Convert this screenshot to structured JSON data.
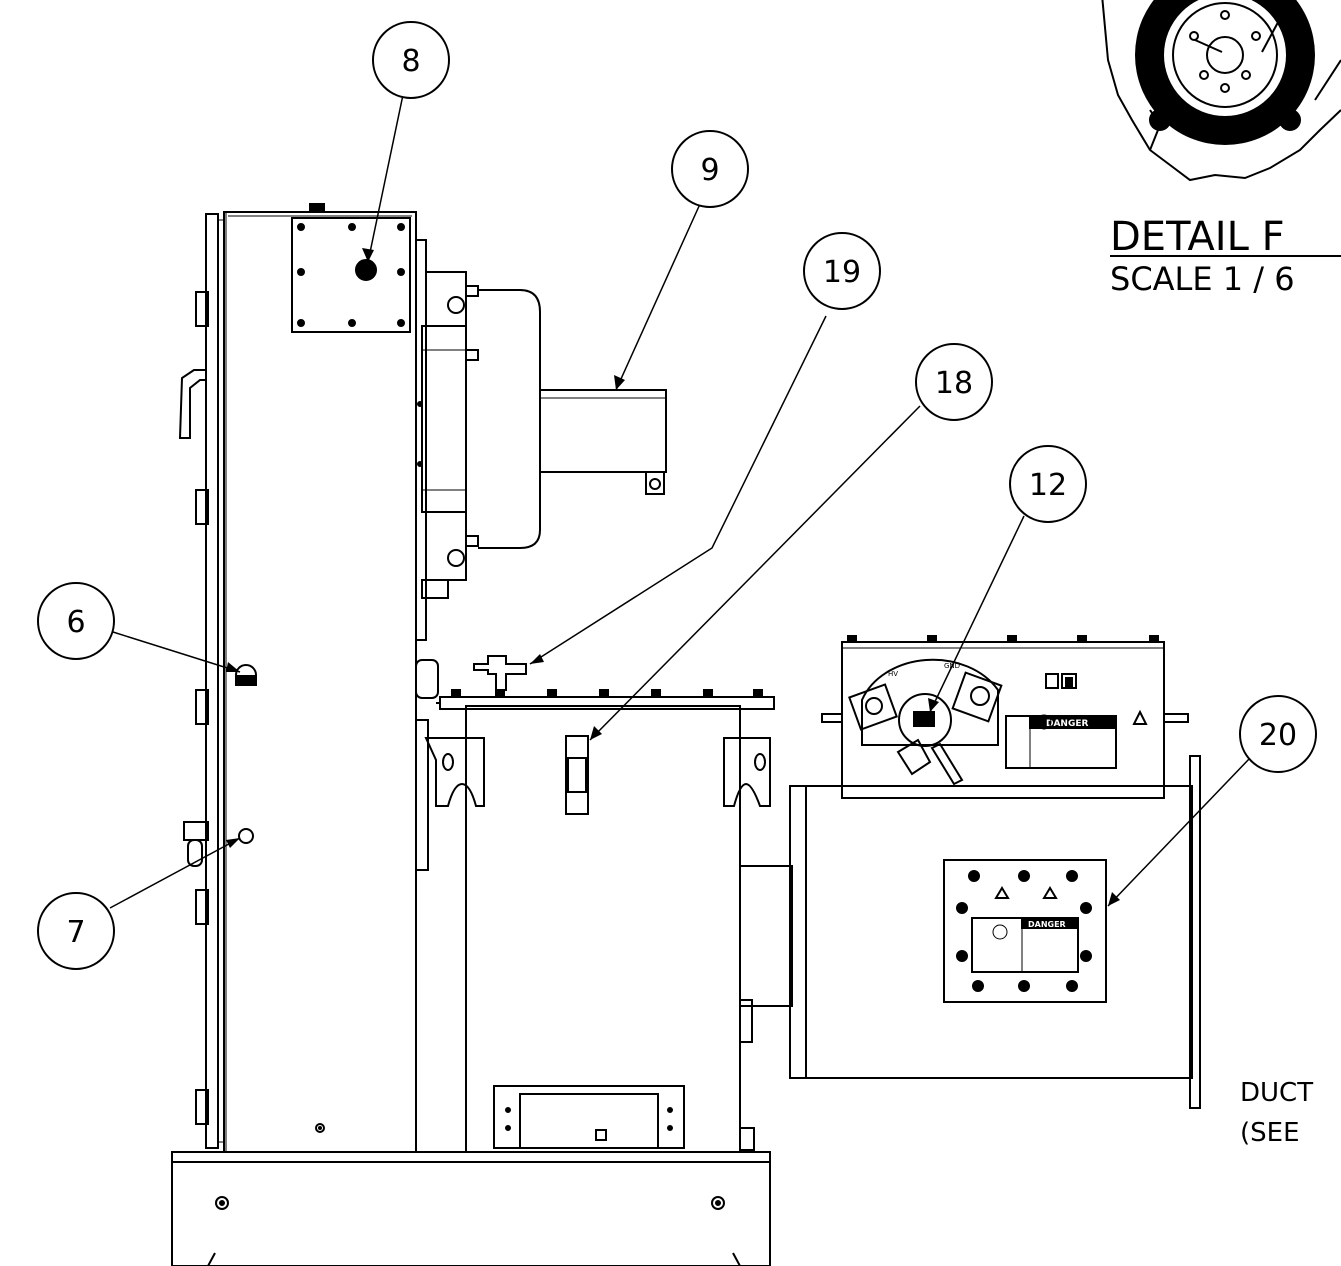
{
  "callouts": [
    {
      "id": "8",
      "label": "8"
    },
    {
      "id": "9",
      "label": "9"
    },
    {
      "id": "19",
      "label": "19"
    },
    {
      "id": "18",
      "label": "18"
    },
    {
      "id": "12",
      "label": "12"
    },
    {
      "id": "6",
      "label": "6"
    },
    {
      "id": "7",
      "label": "7"
    },
    {
      "id": "20",
      "label": "20"
    }
  ],
  "detail": {
    "title": "DETAIL  F",
    "scale": "SCALE 1 / 6"
  },
  "side_note": {
    "line1": "DUCT",
    "line2": "(SEE"
  },
  "labels": {
    "danger_upper": "DANGER",
    "danger_lower": "DANGER",
    "hv": "HV",
    "gnd": "GND"
  }
}
